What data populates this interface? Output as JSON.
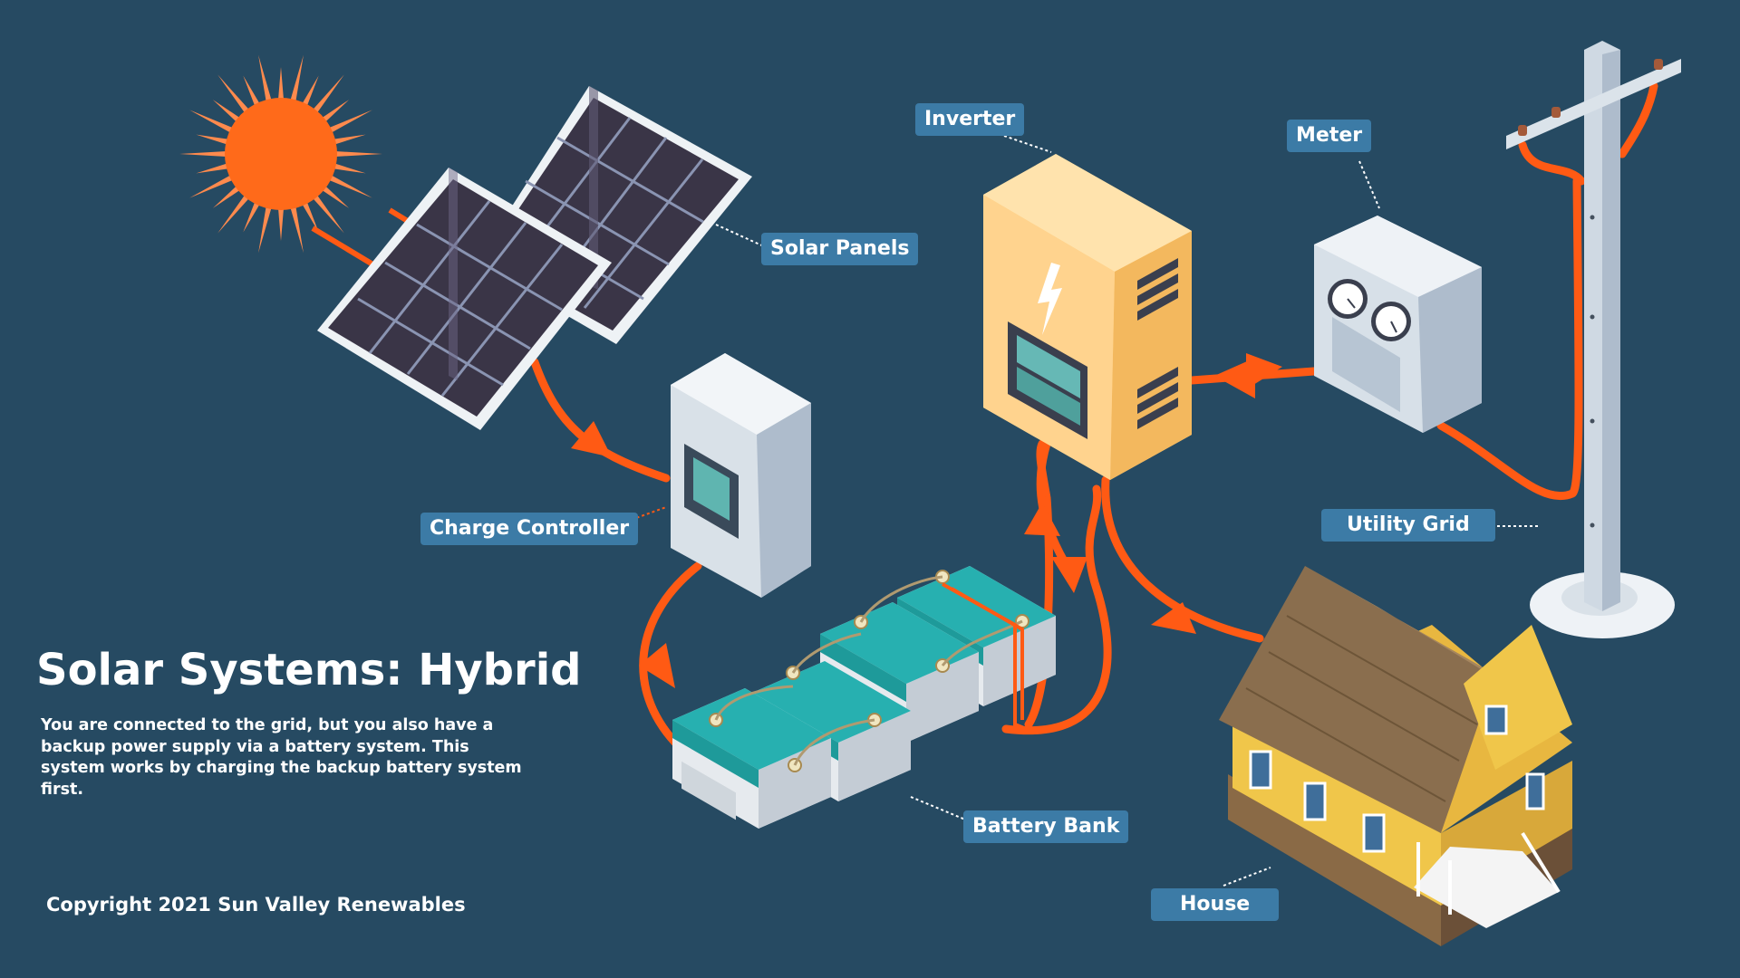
{
  "title": "Solar Systems: Hybrid",
  "description": "You are connected to the grid, but you also have a backup power supply via a battery system. This system works by charging the backup battery system first.",
  "copyright": "Copyright 2021 Sun Valley Renewables",
  "labels": {
    "solar_panels": "Solar Panels",
    "charge_controller": "Charge Controller",
    "battery_bank": "Battery Bank",
    "inverter": "Inverter",
    "meter": "Meter",
    "utility_grid": "Utility Grid",
    "house": "House"
  },
  "colors": {
    "background": "#264a62",
    "label_fill": "#3c7ba6",
    "flow": "#ff5a14",
    "sun": "#ff6a1a"
  },
  "icons": [
    "sun-icon",
    "lightning-icon"
  ]
}
